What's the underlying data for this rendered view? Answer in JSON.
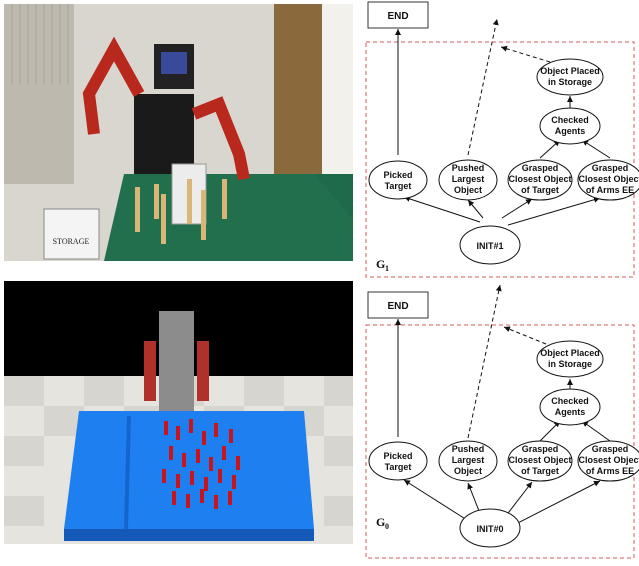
{
  "photos": {
    "real_storage_label": "STORAGE"
  },
  "graphs": [
    {
      "label_main": "G",
      "label_sub": "1",
      "end": "END",
      "init": "INIT#1",
      "picked": [
        "Picked",
        "Target"
      ],
      "pushed": [
        "Pushed",
        "Largest",
        "Object"
      ],
      "grasped_target": [
        "Grasped",
        "Closest Object",
        "of Target"
      ],
      "grasped_arms": [
        "Grasped",
        "Closest Object",
        "of Arms EE"
      ],
      "checked": [
        "Checked",
        "Agents"
      ],
      "placed": [
        "Object Placed",
        "in Storage"
      ]
    },
    {
      "label_main": "G",
      "label_sub": "0",
      "end": "END",
      "init": "INIT#0",
      "picked": [
        "Picked",
        "Target"
      ],
      "pushed": [
        "Pushed",
        "Largest",
        "Object"
      ],
      "grasped_target": [
        "Grasped",
        "Closest Object",
        "of Target"
      ],
      "grasped_arms": [
        "Grasped",
        "Closest Object",
        "of Arms EE"
      ],
      "checked": [
        "Checked",
        "Agents"
      ],
      "placed": [
        "Object Placed",
        "in Storage"
      ]
    }
  ]
}
